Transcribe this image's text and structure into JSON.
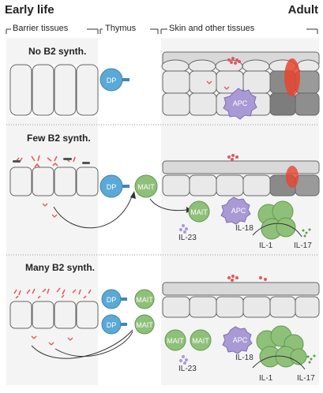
{
  "header": {
    "left_title": "Early life",
    "right_title": "Adult"
  },
  "sections": {
    "barrier": "Barrier tissues",
    "thymus": "Thymus",
    "skin": "Skin and other tissues"
  },
  "rows": [
    {
      "title": "No B2 synth.",
      "cells": {
        "dp": "DP",
        "apc": "APC"
      }
    },
    {
      "title": "Few B2 synth.",
      "cells": {
        "dp": "DP",
        "mait_thymus": "MAIT",
        "mait_skin": "MAIT",
        "apc": "APC"
      },
      "labels": {
        "il23": "IL-23",
        "il18": "IL-18",
        "il1": "IL-1",
        "il17": "IL-17"
      }
    },
    {
      "title": "Many B2 synth.",
      "cells": {
        "dp1": "DP",
        "mait1": "MAIT",
        "dp2": "DP",
        "mait2": "MAIT",
        "mait_skin1": "MAIT",
        "mait_skin2": "MAIT",
        "apc": "APC"
      },
      "labels": {
        "il23": "IL-23",
        "il18": "IL-18",
        "il1": "IL-1",
        "il17": "IL-17"
      }
    }
  ],
  "colors": {
    "dp": "#5aa9d6",
    "mait": "#8fc07a",
    "apc": "#a99ad6",
    "bacteria_red": "#e2575a",
    "inflammation": "#e8442e",
    "epithelium": "#f2f2f2"
  }
}
